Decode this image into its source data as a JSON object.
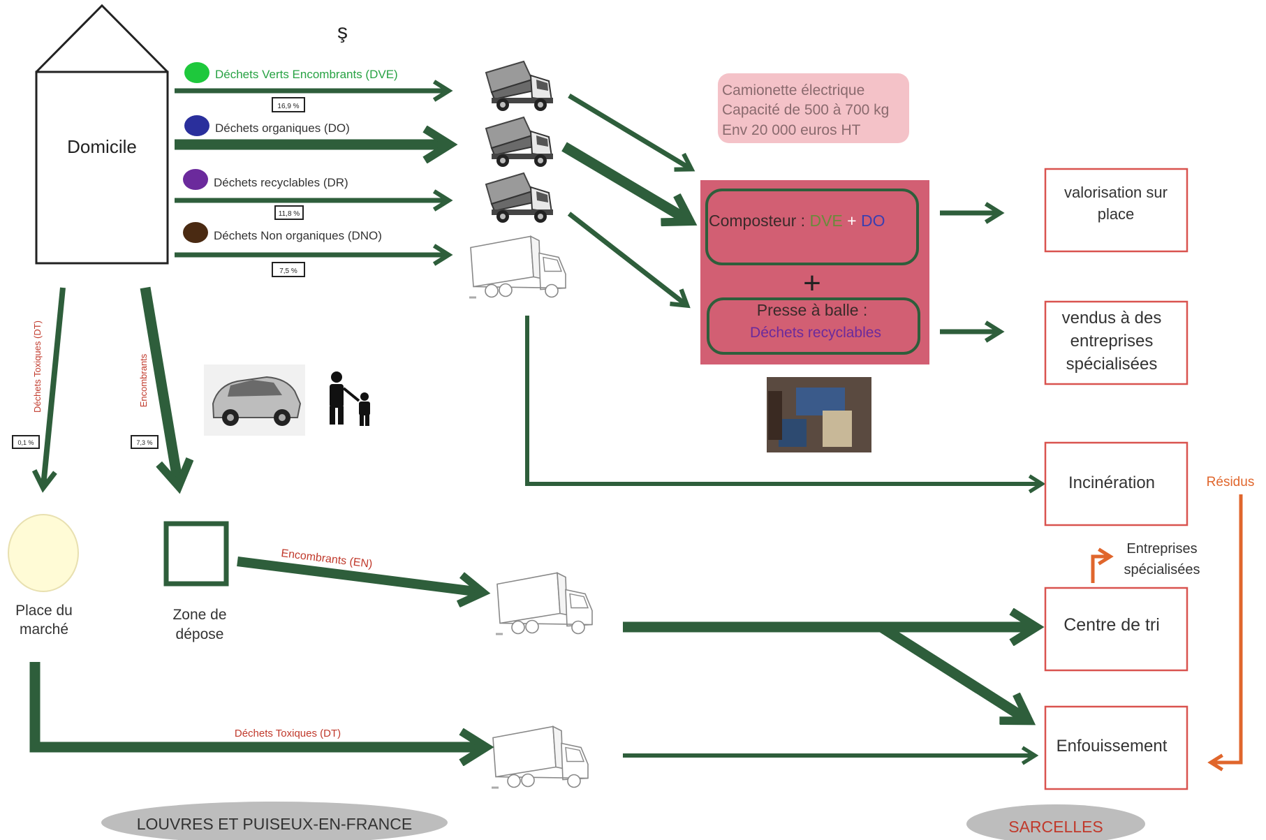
{
  "colors": {
    "arrow_green": "#2e5e3b",
    "label_red": "#c0392b",
    "residue_orange": "#e0662c",
    "box_red_border": "#d9534f",
    "processing_pink": "#d25f73",
    "info_pink": "#f4c2c8",
    "dot_green": "#1ec83c",
    "dot_blue": "#2a2f9c",
    "dot_purple": "#6b2a9c",
    "dot_brown": "#4a2a12",
    "market_yellow": "#fffbd6",
    "location_gray": "#bdbdbd"
  },
  "header": {
    "stray_char": "ş"
  },
  "home": {
    "label": "Domicile"
  },
  "streams": [
    {
      "label": "Déchets Verts Encombrants (DVE)",
      "color": "#1ec83c",
      "percent": "16,9 %",
      "text_color": "#27a243"
    },
    {
      "label": "Déchets organiques (DO)",
      "color": "#2a2f9c",
      "percent": "",
      "text_color": "#333333"
    },
    {
      "label": "Déchets recyclables (DR)",
      "color": "#6b2a9c",
      "percent": "11,8 %",
      "text_color": "#333333"
    },
    {
      "label": "Déchets Non organiques (DNO)",
      "color": "#4a2a12",
      "percent": "7,5 %",
      "text_color": "#333333"
    }
  ],
  "vertical_flows": [
    {
      "label": "Déchets Toxiques (DT)",
      "percent": "0,1 %"
    },
    {
      "label": "Encombrants",
      "percent": "7,3 %"
    }
  ],
  "info_box": {
    "lines": [
      "Camionette électrique",
      "Capacité de 500 à 700 kg",
      "Env 20 000 euros HT"
    ]
  },
  "processing": {
    "composteur_label": "Composteur :",
    "composteur_dve": "DVE",
    "composteur_plus": "+",
    "composteur_do": "DO",
    "plus_sign": "+",
    "presse_label": "Presse à balle :",
    "presse_sub": "Déchets recyclables"
  },
  "destinations": {
    "valorisation": [
      "valorisation sur",
      "place"
    ],
    "vendus": [
      "vendus à des",
      "entreprises",
      "spécialisées"
    ],
    "incineration": "Incinération",
    "centre_tri": "Centre de tri",
    "enfouissement": "Enfouissement",
    "entreprises": [
      "Entreprises",
      "spécialisées"
    ],
    "residus": "Résidus"
  },
  "places": {
    "marche": [
      "Place du",
      "marché"
    ],
    "zone": [
      "Zone de",
      "dépose"
    ]
  },
  "flow_labels": {
    "encombrants": "Encombrants (EN)",
    "toxiques": "Déchets Toxiques (DT)"
  },
  "locations": {
    "left": "LOUVRES ET PUISEUX-EN-FRANCE",
    "right": "SARCELLES"
  }
}
